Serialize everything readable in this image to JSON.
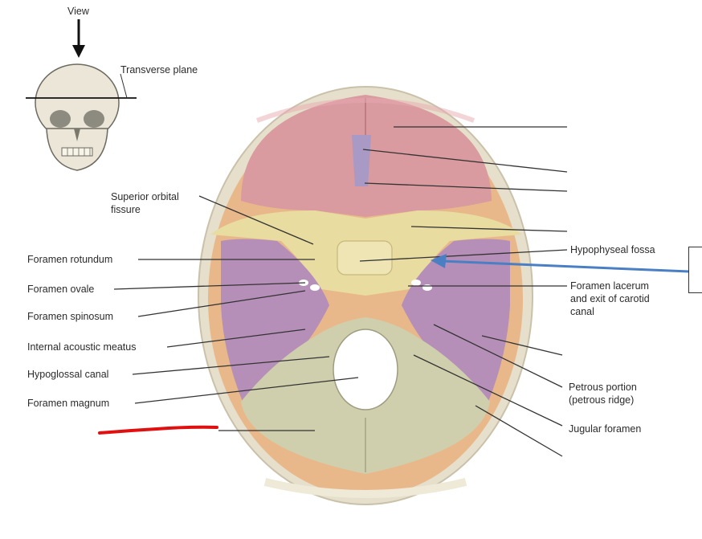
{
  "view_label": "View",
  "plane_label": "Transverse plane",
  "labels_left": {
    "superior_orbital_fissure": "Superior orbital\nfissure",
    "foramen_rotundum": "Foramen rotundum",
    "foramen_ovale": "Foramen ovale",
    "foramen_spinosum": "Foramen spinosum",
    "internal_acoustic_meatus": "Internal acoustic meatus",
    "hypoglossal_canal": "Hypoglossal canal",
    "foramen_magnum": "Foramen magnum"
  },
  "labels_right": {
    "hypophyseal_fossa": "Hypophyseal fossa",
    "foramen_lacerum": "Foramen lacerum\nand exit of carotid\ncanal",
    "petrous_portion": "Petrous portion\n(petrous ridge)",
    "jugular_foramen": "Jugular foramen"
  },
  "colors": {
    "frontal_pink": "#d99aa0",
    "sphenoid_yellow": "#e8dca0",
    "temporal_purple": "#b58fb8",
    "occipital_gray": "#cfcfae",
    "parietal_orange": "#e8b88a",
    "bone_rim": "#ece8dc",
    "blue_arrow": "#4a7fc4",
    "red_mark": "#e01010"
  }
}
